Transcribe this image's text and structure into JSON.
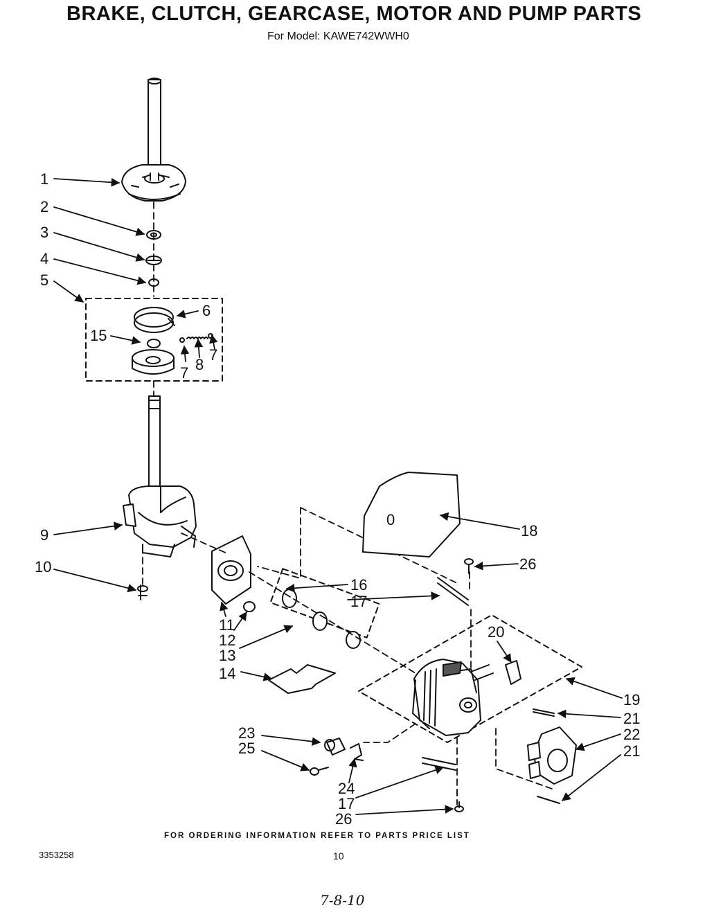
{
  "header": {
    "title": "BRAKE, CLUTCH, GEARCASE, MOTOR AND PUMP PARTS",
    "model": "For Model: KAWE742WWH0"
  },
  "callouts": [
    {
      "id": "c1",
      "label": "1"
    },
    {
      "id": "c2",
      "label": "2"
    },
    {
      "id": "c3",
      "label": "3"
    },
    {
      "id": "c4",
      "label": "4"
    },
    {
      "id": "c5",
      "label": "5"
    },
    {
      "id": "c6",
      "label": "6"
    },
    {
      "id": "c15",
      "label": "15"
    },
    {
      "id": "c7a",
      "label": "7"
    },
    {
      "id": "c8",
      "label": "8"
    },
    {
      "id": "c7b",
      "label": "7"
    },
    {
      "id": "c9",
      "label": "9"
    },
    {
      "id": "c10",
      "label": "10"
    },
    {
      "id": "c11",
      "label": "11"
    },
    {
      "id": "c12",
      "label": "12"
    },
    {
      "id": "c13",
      "label": "13"
    },
    {
      "id": "c14",
      "label": "14"
    },
    {
      "id": "c16",
      "label": "16"
    },
    {
      "id": "c17a",
      "label": "17"
    },
    {
      "id": "c18",
      "label": "18"
    },
    {
      "id": "c18b",
      "label": "0"
    },
    {
      "id": "c26a",
      "label": "26"
    },
    {
      "id": "c20",
      "label": "20"
    },
    {
      "id": "c19",
      "label": "19"
    },
    {
      "id": "c21a",
      "label": "21"
    },
    {
      "id": "c22",
      "label": "22"
    },
    {
      "id": "c21b",
      "label": "21"
    },
    {
      "id": "c23",
      "label": "23"
    },
    {
      "id": "c25",
      "label": "25"
    },
    {
      "id": "c24",
      "label": "24"
    },
    {
      "id": "c17b",
      "label": "17"
    },
    {
      "id": "c26b",
      "label": "26"
    }
  ],
  "footer": {
    "ordering_note": "FOR ORDERING INFORMATION REFER TO PARTS PRICE LIST",
    "document_number": "3353258",
    "page_number": "10",
    "handwritten_date": "7-8-10"
  }
}
